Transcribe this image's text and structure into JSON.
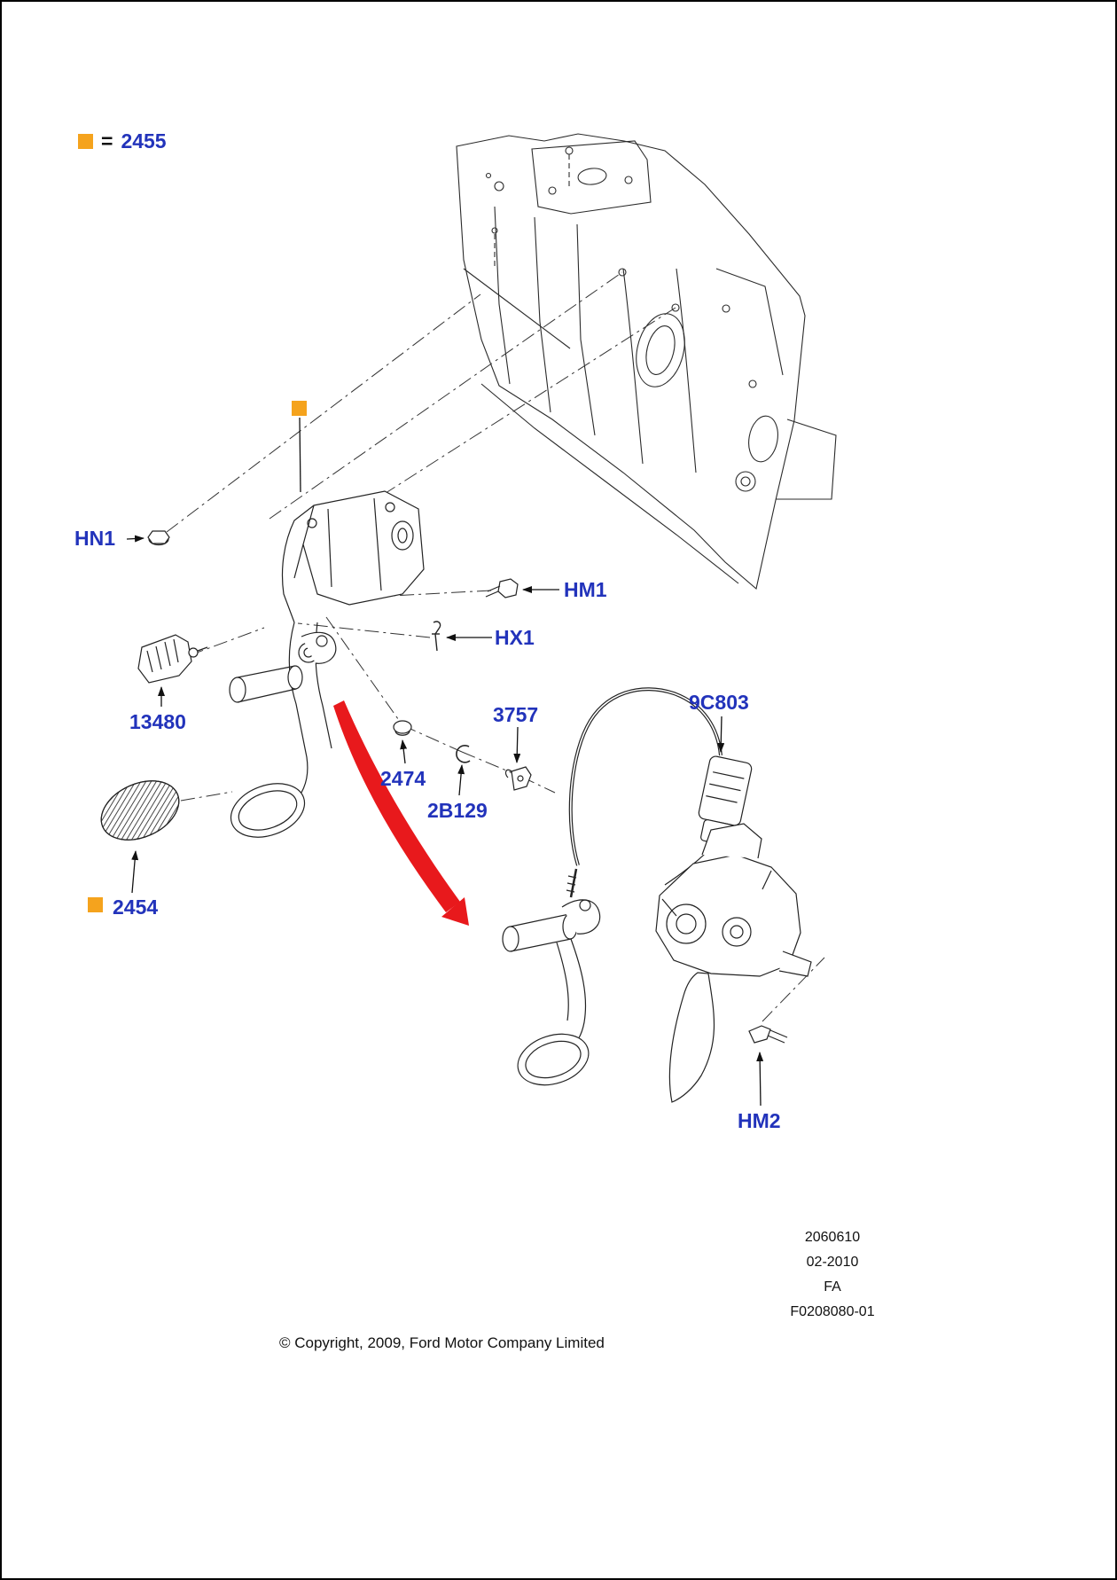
{
  "colors": {
    "label_blue": "#2233bb",
    "swatch_orange": "#f5a31d",
    "arrow_red": "#e8191c",
    "line_dark": "#232323"
  },
  "legend": {
    "equals": "=",
    "part_number": "2455"
  },
  "part_labels": {
    "hn1": "HN1",
    "hm1": "HM1",
    "hx1": "HX1",
    "n13480": "13480",
    "n3757": "3757",
    "n2474": "2474",
    "n2b129": "2B129",
    "n9c803": "9C803",
    "n2454": "2454",
    "hm2": "HM2"
  },
  "footer": {
    "doc_number": "2060610",
    "date": "02-2010",
    "market_code": "FA",
    "figure_number": "F0208080-01",
    "copyright": "© Copyright, 2009, Ford Motor Company Limited"
  }
}
